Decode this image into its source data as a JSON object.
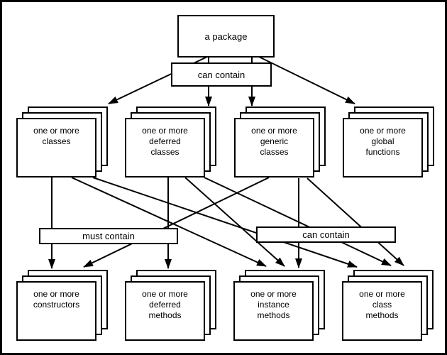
{
  "diagram": {
    "colors": {
      "line": "#000000",
      "box_fill": "#ffffff"
    },
    "package": {
      "label": "a package"
    },
    "top_relation": {
      "label": "can contain"
    },
    "must_relation": {
      "label": "must contain"
    },
    "can_relation": {
      "label": "can contain"
    },
    "row_top": [
      {
        "id": "classes",
        "label": "one or more\nclasses"
      },
      {
        "id": "deferred-classes",
        "label": "one or more\ndeferred\nclasses"
      },
      {
        "id": "generic-classes",
        "label": "one or more\ngeneric\nclasses"
      },
      {
        "id": "global-functions",
        "label": "one or more\nglobal\nfunctions"
      }
    ],
    "row_bottom": [
      {
        "id": "constructors",
        "label": "one or more\nconstructors"
      },
      {
        "id": "deferred-methods",
        "label": "one or more\ndeferred\nmethods"
      },
      {
        "id": "instance-methods",
        "label": "one or more\ninstance\nmethods"
      },
      {
        "id": "class-methods",
        "label": "one or more\nclass\nmethods"
      }
    ],
    "edges": [
      {
        "from": "a package",
        "to": "one or more classes",
        "relation": "can contain"
      },
      {
        "from": "a package",
        "to": "one or more deferred classes",
        "relation": "can contain"
      },
      {
        "from": "a package",
        "to": "one or more generic classes",
        "relation": "can contain"
      },
      {
        "from": "a package",
        "to": "one or more global functions",
        "relation": "can contain"
      },
      {
        "from": "one or more classes",
        "to": "one or more constructors",
        "relation": "must contain"
      },
      {
        "from": "one or more deferred classes",
        "to": "one or more deferred methods",
        "relation": "must contain"
      },
      {
        "from": "one or more generic classes",
        "to": "one or more constructors",
        "relation": "must contain"
      },
      {
        "from": "one or more classes",
        "to": "one or more instance methods",
        "relation": "can contain"
      },
      {
        "from": "one or more classes",
        "to": "one or more class methods",
        "relation": "can contain"
      },
      {
        "from": "one or more deferred classes",
        "to": "one or more instance methods",
        "relation": "can contain"
      },
      {
        "from": "one or more deferred classes",
        "to": "one or more class methods",
        "relation": "can contain"
      },
      {
        "from": "one or more generic classes",
        "to": "one or more instance methods",
        "relation": "can contain"
      },
      {
        "from": "one or more generic classes",
        "to": "one or more class methods",
        "relation": "can contain"
      }
    ]
  }
}
